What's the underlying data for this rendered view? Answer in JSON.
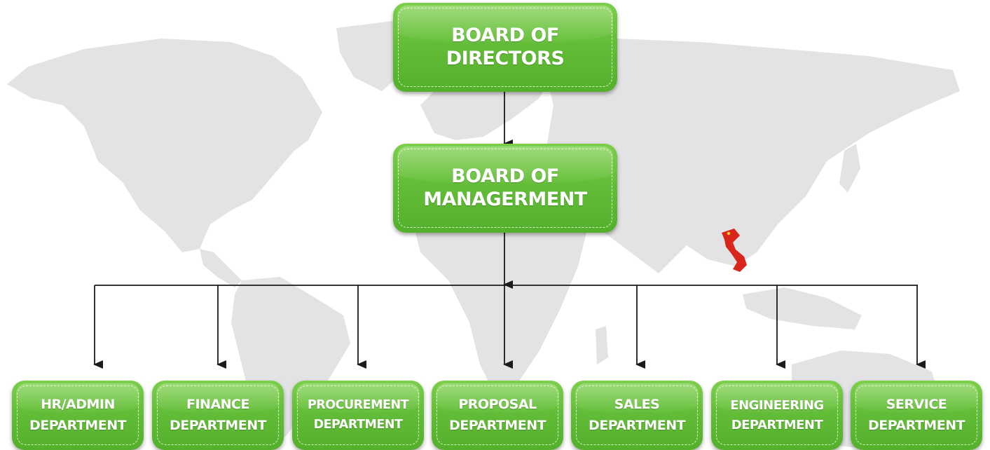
{
  "top": {
    "line1": "BOARD OF",
    "line2": "DIRECTORS"
  },
  "management": {
    "line1": "BOARD OF",
    "line2": "MANAGERMENT"
  },
  "departments": [
    {
      "line1": "HR/ADMIN",
      "line2": "DEPARTMENT"
    },
    {
      "line1": "FINANCE",
      "line2": "DEPARTMENT"
    },
    {
      "line1": "PROCUREMENT",
      "line2": "DEPARTMENT"
    },
    {
      "line1": "PROPOSAL",
      "line2": "DEPARTMENT"
    },
    {
      "line1": "SALES",
      "line2": "DEPARTMENT"
    },
    {
      "line1": "ENGINEERING",
      "line2": "DEPARTMENT"
    },
    {
      "line1": "SERVICE",
      "line2": "DEPARTMENT"
    }
  ],
  "colors": {
    "box": "#62bc37",
    "map": "#e3e3e5",
    "highlight_country": "#d9261c",
    "connector": "#1a1a1a"
  },
  "highlight_country": "Vietnam"
}
